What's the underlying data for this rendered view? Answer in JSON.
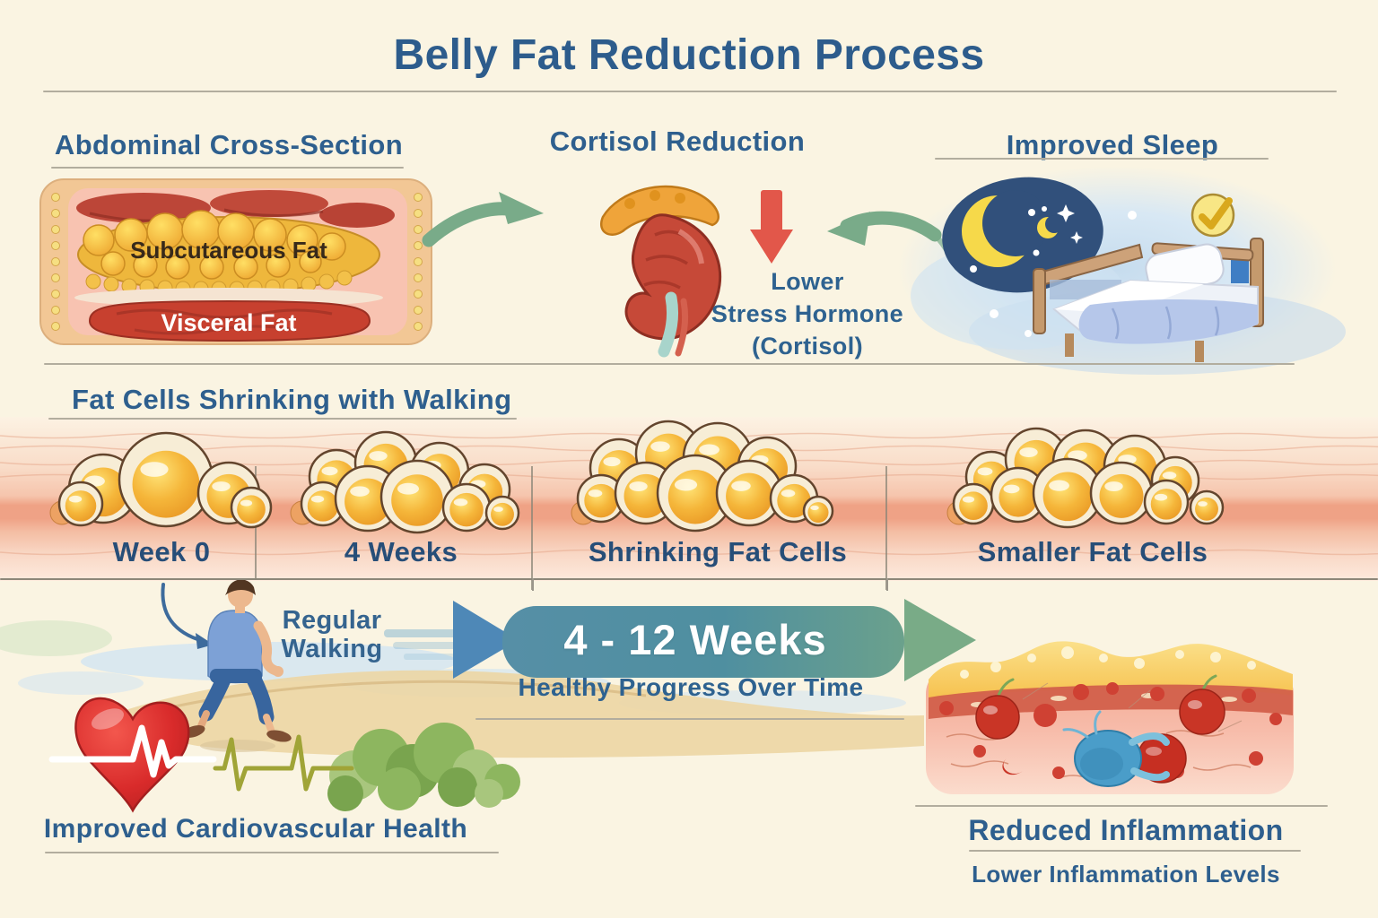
{
  "title": "Belly Fat Reduction Process",
  "palette": {
    "background": "#faf4e2",
    "heading_blue": "#2e5f8e",
    "divider_gray": "#b2ad9e",
    "arrow_green": "#79ab89",
    "arrow_red": "#e2574a",
    "arrow_blue": "#4e88b7",
    "banner_teal": "#4f8fa0",
    "fat_yellow": "#f5b63a",
    "tissue_pink": "#f5c1ab",
    "heart_red": "#d92b2b",
    "night_navy": "#31507b"
  },
  "sections": {
    "abdominal": {
      "title": "Abdominal Cross-Section",
      "subcutaneous_label": "Subcutareous Fat",
      "visceral_label": "Visceral Fat"
    },
    "cortisol": {
      "title": "Cortisol Reduction",
      "caption_lines": [
        "Lower",
        "Stress Hormone",
        "(Cortisol)"
      ]
    },
    "sleep": {
      "title": "Improved Sleep"
    },
    "fat_cells": {
      "title": "Fat Cells Shrinking with Walking",
      "stages": [
        "Week 0",
        "4 Weeks",
        "Shrinking Fat Cells",
        "Smaller Fat Cells"
      ]
    },
    "walking": {
      "label_lines": [
        "Regular",
        "Walking"
      ]
    },
    "timeline": {
      "duration": "4 - 12 Weeks",
      "caption": "Healthy Progress Over Time"
    },
    "cardio": {
      "title": "Improved Cardiovascular Health"
    },
    "inflammation": {
      "title": "Reduced Inflammation",
      "subtitle": "Lower Inflammation Levels"
    }
  }
}
